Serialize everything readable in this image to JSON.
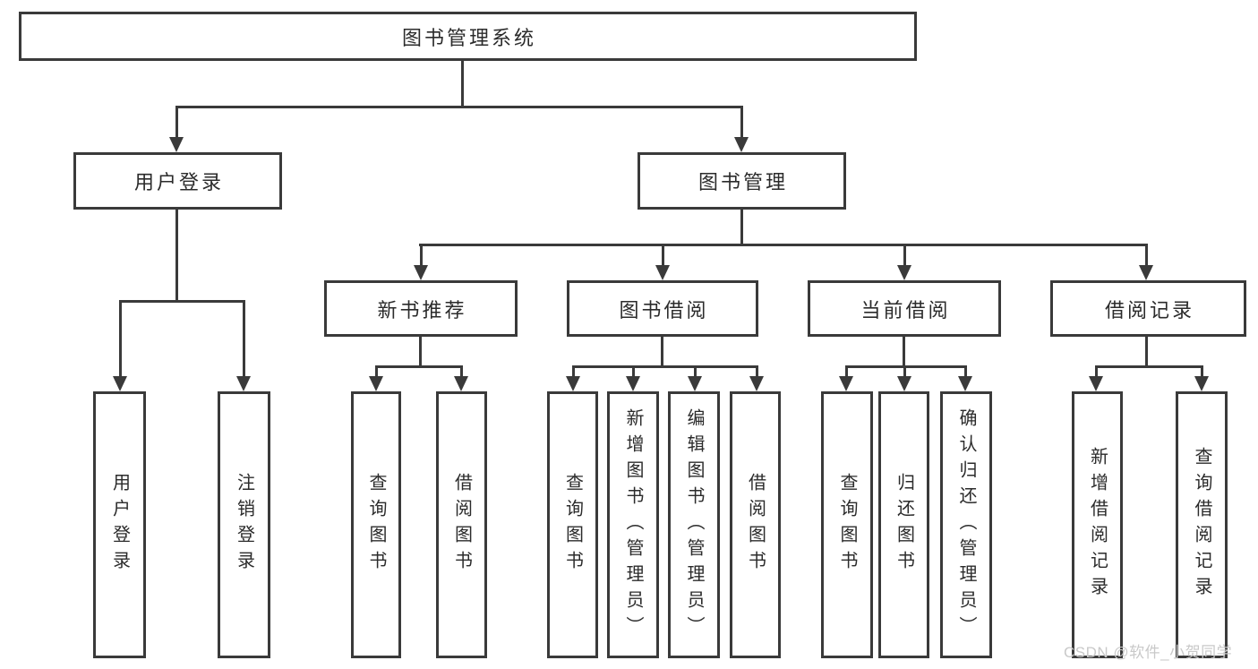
{
  "colors": {
    "line": "#3a3a3a",
    "text": "#2b2b2b",
    "watermark": "#c9c9c9",
    "background": "#ffffff"
  },
  "watermark": "CSDN @软件_小贺同学",
  "tree": {
    "root": {
      "label": "图书管理系统"
    },
    "user": {
      "label": "用户登录",
      "children": [
        {
          "label": "用户登录"
        },
        {
          "label": "注销登录"
        }
      ]
    },
    "mgmt": {
      "label": "图书管理",
      "sections": [
        {
          "label": "新书推荐",
          "children": [
            {
              "label": "查询图书"
            },
            {
              "label": "借阅图书"
            }
          ]
        },
        {
          "label": "图书借阅",
          "children": [
            {
              "label": "查询图书"
            },
            {
              "label": "新增图书（管理员）"
            },
            {
              "label": "编辑图书（管理员）"
            },
            {
              "label": "借阅图书"
            }
          ]
        },
        {
          "label": "当前借阅",
          "children": [
            {
              "label": "查询图书"
            },
            {
              "label": "归还图书"
            },
            {
              "label": "确认归还（管理员）"
            }
          ]
        },
        {
          "label": "借阅记录",
          "children": [
            {
              "label": "新增借阅记录"
            },
            {
              "label": "查询借阅记录"
            }
          ]
        }
      ]
    }
  }
}
